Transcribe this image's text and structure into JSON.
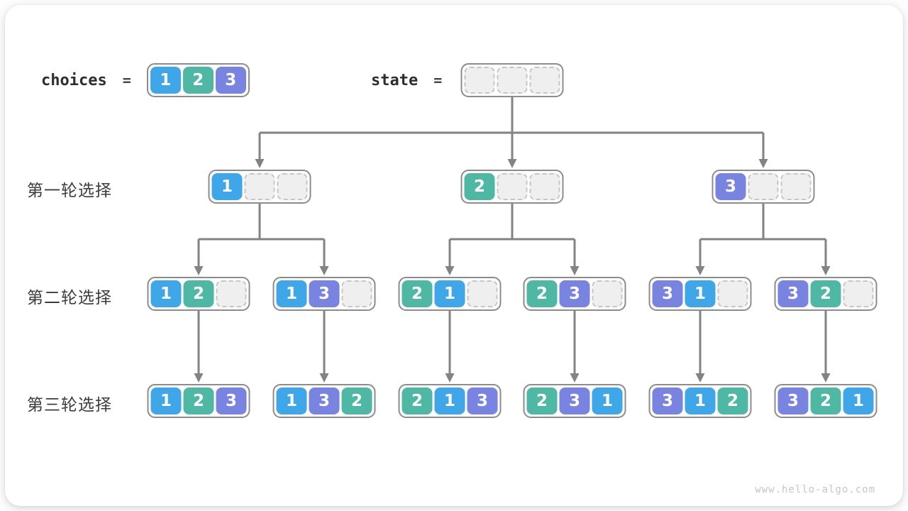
{
  "header": {
    "choices_label": "choices",
    "equals_sign": "=",
    "choices_values": [
      "1",
      "2",
      "3"
    ],
    "state_label": "state",
    "state_slots": 3
  },
  "row_labels": [
    "第一轮选择",
    "第二轮选择",
    "第三轮选择"
  ],
  "value_colors": {
    "1": "#3fa6e8",
    "2": "#4fb8a5",
    "3": "#7983e0"
  },
  "style_colors": {
    "arrow": "#838383",
    "node_border": "#8c8c8c",
    "empty_fill": "#efefef",
    "empty_border": "#c6c6c6"
  },
  "tree": {
    "root": [
      null,
      null,
      null
    ],
    "level1": [
      [
        1,
        null,
        null
      ],
      [
        2,
        null,
        null
      ],
      [
        3,
        null,
        null
      ]
    ],
    "level2": [
      [
        1,
        2,
        null
      ],
      [
        1,
        3,
        null
      ],
      [
        2,
        1,
        null
      ],
      [
        2,
        3,
        null
      ],
      [
        3,
        1,
        null
      ],
      [
        3,
        2,
        null
      ]
    ],
    "level3": [
      [
        1,
        2,
        3
      ],
      [
        1,
        3,
        2
      ],
      [
        2,
        1,
        3
      ],
      [
        2,
        3,
        1
      ],
      [
        3,
        1,
        2
      ],
      [
        3,
        2,
        1
      ]
    ]
  },
  "watermark": "www.hello-algo.com"
}
